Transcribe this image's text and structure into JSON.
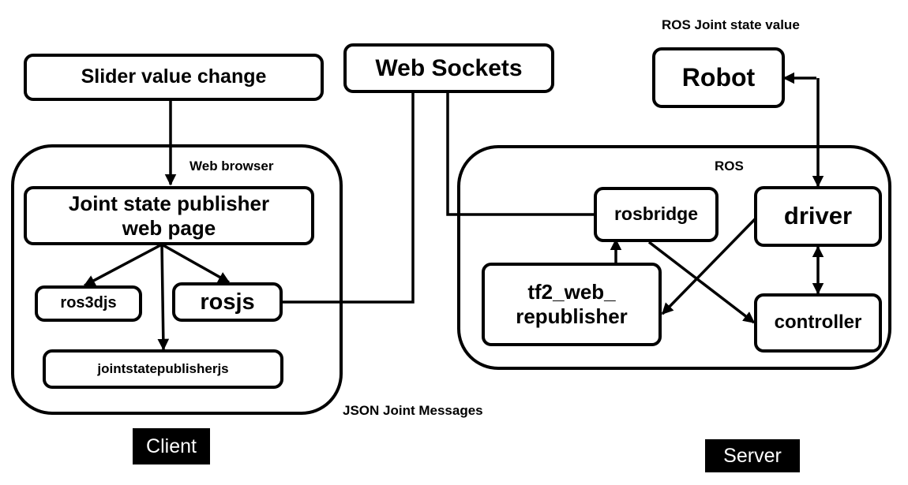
{
  "nodes": {
    "slider": "Slider value change",
    "websockets": "Web Sockets",
    "robot": "Robot",
    "jsp_page": "Joint state publisher\nweb page",
    "ros3djs": "ros3djs",
    "rosjs": "rosjs",
    "jointstatepublisherjs": "jointstatepublisherjs",
    "rosbridge": "rosbridge",
    "driver": "driver",
    "tf2": "tf2_web_\nrepublisher",
    "controller": "controller"
  },
  "regions": {
    "web_browser": "Web browser",
    "ros": "ROS"
  },
  "labels": {
    "ros_joint_state_value": "ROS Joint state value",
    "json_joint_messages": "JSON Joint Messages"
  },
  "tags": {
    "client": "Client",
    "server": "Server"
  }
}
